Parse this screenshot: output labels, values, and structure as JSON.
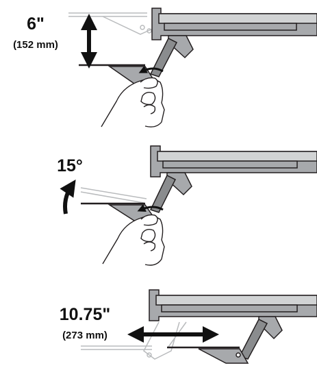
{
  "panels": [
    {
      "id": "height",
      "measure": "6\"",
      "metric": "(152 mm)"
    },
    {
      "id": "tilt",
      "measure": "15°"
    },
    {
      "id": "extension",
      "measure": "10.75\"",
      "metric": "(273 mm)"
    }
  ],
  "colors": {
    "gray_fill": "#a7a9ac",
    "gray_light": "#d1d3d4",
    "gray_dark": "#8a8c8e",
    "ghost_line": "#b9bbbd",
    "outline": "#231f20",
    "arrow": "#111111"
  },
  "icons": [
    "double-arrow-vertical-icon",
    "curved-arrow-up-icon",
    "double-arrow-horizontal-icon",
    "hand-icon",
    "rotation-arrow-icon"
  ]
}
